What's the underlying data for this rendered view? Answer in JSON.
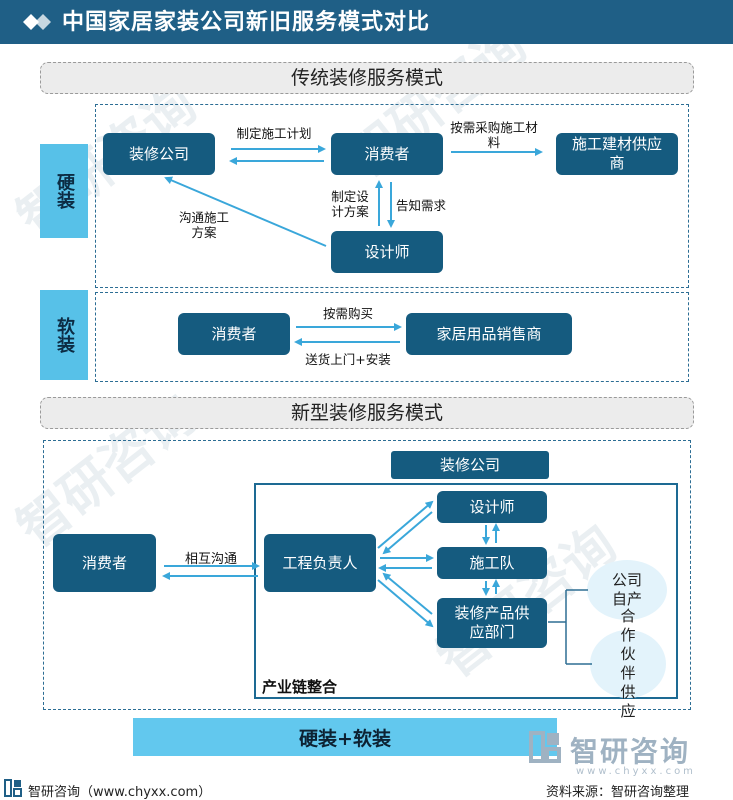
{
  "header": {
    "title": "中国家居家装公司新旧服务模式对比"
  },
  "traditional": {
    "banner": "传统装修服务模式",
    "hard_label": "硬装",
    "soft_label": "软装",
    "nodes": {
      "company": "装修公司",
      "consumer": "消费者",
      "supplier": "施工建材供应商",
      "designer": "设计师",
      "soft_consumer": "消费者",
      "retailer": "家居用品销售商"
    },
    "edges": {
      "plan": "制定施工计划",
      "procure": "按需采购施工材料",
      "design_plan": "制定设计方案",
      "inform": "告知需求",
      "communicate": "沟通施工方案",
      "buy": "按需购买",
      "deliver": "送货上门+安装"
    }
  },
  "new_model": {
    "banner": "新型装修服务模式",
    "company": "装修公司",
    "consumer": "消费者",
    "mutual": "相互沟通",
    "manager": "工程负责人",
    "designer": "设计师",
    "crew": "施工队",
    "supply": "装修产品供应部门",
    "own": "公司自产",
    "partner": "合作伙伴供应",
    "chain": "产业链整合"
  },
  "bottom": {
    "label": "硬装+软装"
  },
  "footer": {
    "brand": "智研咨询（www.chyxx.com）",
    "source": "资料来源：智研咨询整理"
  },
  "watermark": {
    "text": "智研咨询",
    "url": "www.chyxx.com"
  },
  "colors": {
    "primary": "#155b7f",
    "accent": "#57c1e8",
    "header": "#1f5f86"
  }
}
